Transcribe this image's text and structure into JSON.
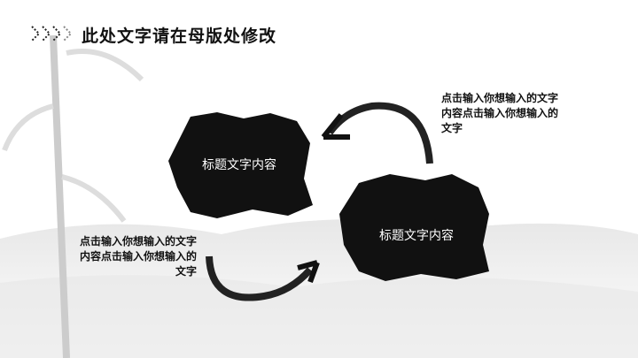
{
  "header": {
    "title": "此处文字请在母版处修改"
  },
  "boxes": [
    {
      "label": "标题文字内容"
    },
    {
      "label": "标题文字内容"
    }
  ],
  "texts": [
    {
      "lines": [
        "点击输入你想输入的文字",
        "内容点击输入你想输入的",
        "文字"
      ]
    },
    {
      "lines": [
        "点击输入你想输入的文字",
        "内容点击输入你想输入的",
        "文字"
      ]
    }
  ]
}
